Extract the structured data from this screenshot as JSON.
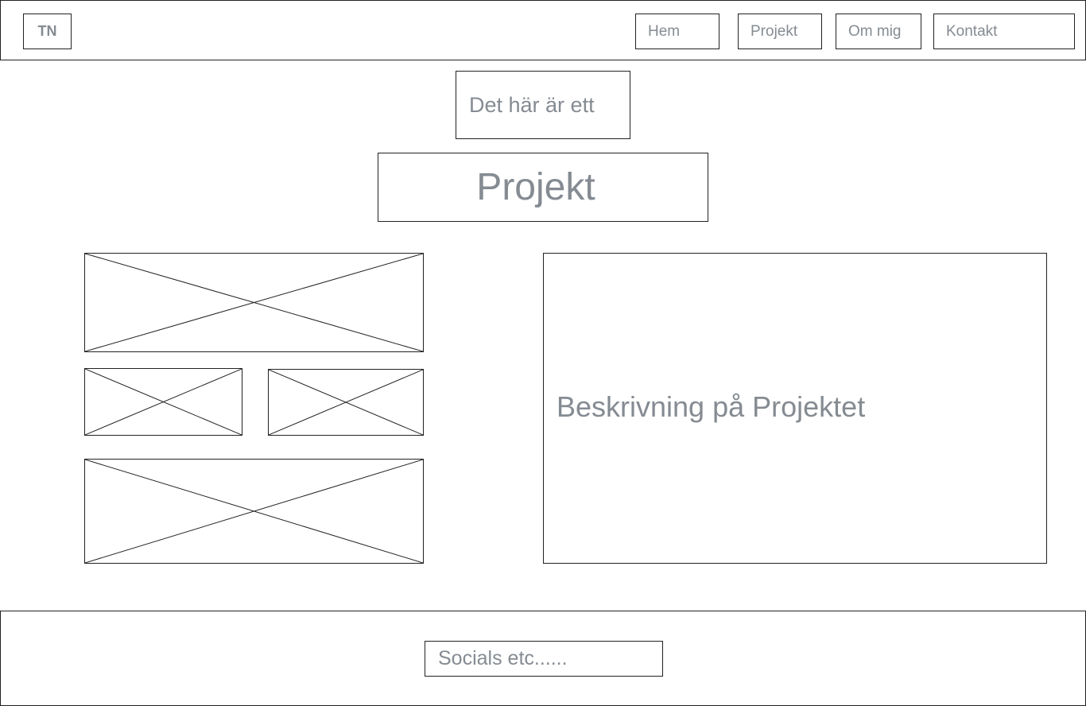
{
  "header": {
    "logo": "TN",
    "nav": {
      "home": "Hem",
      "projects": "Projekt",
      "about": "Om mig",
      "contact": "Kontakt"
    }
  },
  "main": {
    "intro_text": "Det här är ett",
    "title": "Projekt",
    "description": "Beskrivning på Projektet",
    "image_placeholders": [
      "image-placeholder",
      "image-placeholder",
      "image-placeholder",
      "image-placeholder"
    ]
  },
  "footer": {
    "socials": "Socials etc......"
  },
  "colors": {
    "border": "#222222",
    "text": "#858b92",
    "background": "#ffffff"
  }
}
